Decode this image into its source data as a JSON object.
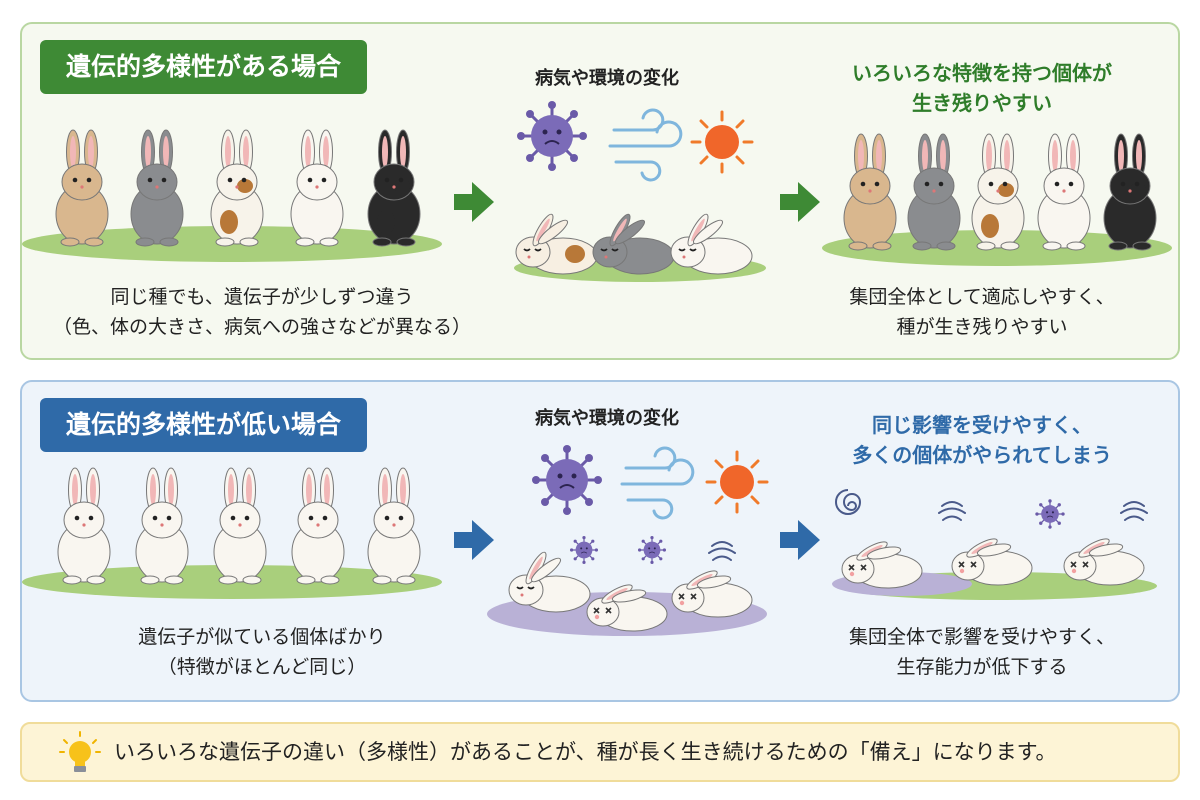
{
  "colors": {
    "green_accent": "#3e8a35",
    "blue_accent": "#2f6aa8",
    "top_panel_bg": "#f6f9f0",
    "bottom_panel_bg": "#eef4fa",
    "tip_bg": "#fdf4d6"
  },
  "icons": [
    "virus-icon",
    "wind-icon",
    "sun-icon",
    "arrow-right-icon",
    "lightbulb-icon",
    "dizzy-swirl-icon"
  ],
  "high": {
    "title": "遺伝的多様性がある場合",
    "change_label": "病気や環境の変化",
    "result_heading": [
      "いろいろな特徴を持つ個体が",
      "生き残りやすい"
    ],
    "left_caption": [
      "同じ種でも、遺伝子が少しずつ違う",
      "（色、体の大きさ、病気への強さなどが異なる）"
    ],
    "right_caption": [
      "集団全体として適応しやすく、",
      "種が生き残りやすい"
    ],
    "rabbit_colors": [
      "tan",
      "gray",
      "calico",
      "white",
      "black"
    ]
  },
  "low": {
    "title": "遺伝的多様性が低い場合",
    "change_label": "病気や環境の変化",
    "result_heading": [
      "同じ影響を受けやすく、",
      "多くの個体がやられてしまう"
    ],
    "left_caption": [
      "遺伝子が似ている個体ばかり",
      "（特徴がほとんど同じ）"
    ],
    "right_caption": [
      "集団全体で影響を受けやすく、",
      "生存能力が低下する"
    ],
    "rabbit_colors": [
      "white",
      "white",
      "white",
      "white",
      "white"
    ]
  },
  "tip": {
    "text": "いろいろな遺伝子の違い（多様性）があることが、種が長く生き続けるための「備え」になります。"
  }
}
